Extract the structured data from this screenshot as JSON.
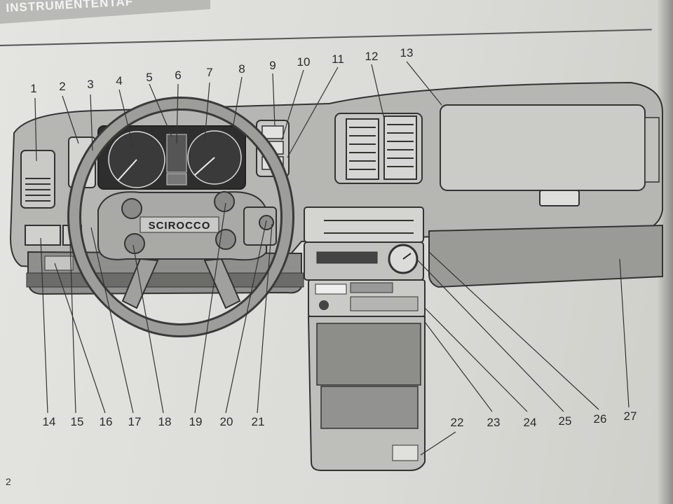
{
  "header": {
    "title": "INSTRUMENTENTAF"
  },
  "dashboard": {
    "steering_badge": "SCIROCCO"
  },
  "callouts": {
    "c1": "1",
    "c2": "2",
    "c3": "3",
    "c4": "4",
    "c5": "5",
    "c6": "6",
    "c7": "7",
    "c8": "8",
    "c9": "9",
    "c10": "10",
    "c11": "11",
    "c12": "12",
    "c13": "13",
    "c14": "14",
    "c15": "15",
    "c16": "16",
    "c17": "17",
    "c18": "18",
    "c19": "19",
    "c20": "20",
    "c21": "21",
    "c22": "22",
    "c23": "23",
    "c24": "24",
    "c25": "25",
    "c26": "26",
    "c27": "27"
  },
  "page_number": "2"
}
